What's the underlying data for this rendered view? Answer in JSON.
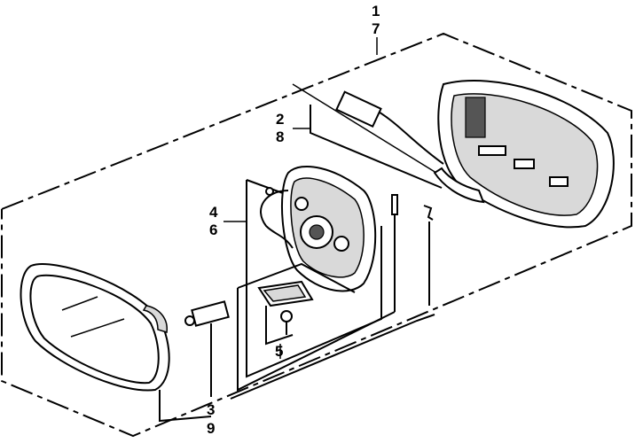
{
  "callouts": {
    "c1": "1",
    "c7": "7",
    "c2": "2",
    "c8": "8",
    "c4": "4",
    "c6": "6",
    "c5": "5",
    "c3": "3",
    "c9": "9"
  }
}
